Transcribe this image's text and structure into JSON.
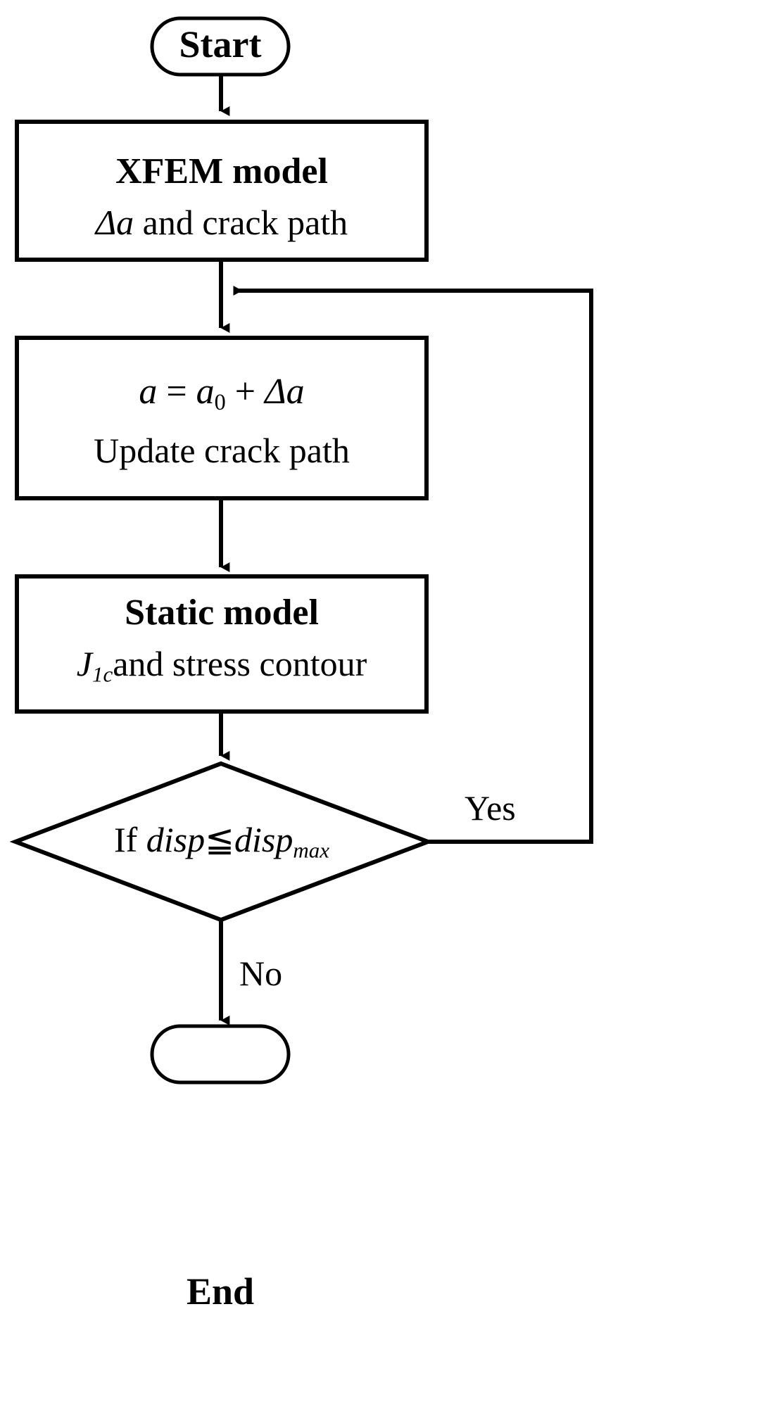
{
  "diagram": {
    "type": "flowchart",
    "title": "XFEM crack growth simulation flowchart",
    "orientation": "top-to-bottom",
    "stroke_color": "#000000",
    "fill_color": "#ffffff",
    "nodes": [
      {
        "id": "start",
        "shape": "terminator",
        "label": "Start",
        "style": "bold"
      },
      {
        "id": "xfem-model",
        "shape": "process",
        "line1": "XFEM model",
        "line2_prefix": "Δa",
        "line2_suffix": " and crack path"
      },
      {
        "id": "crack-update",
        "shape": "process",
        "line1_lhs": "a",
        "line1_eq": " = ",
        "line1_var": "a",
        "line1_sub": "0",
        "line1_plus": " + ",
        "line1_delta": "Δa",
        "line2": "Update crack path"
      },
      {
        "id": "static-model",
        "shape": "process",
        "line1": "Static model",
        "line2_var": "J",
        "line2_sub": "1c",
        "line2_suffix": "and stress contour"
      },
      {
        "id": "decision",
        "shape": "diamond",
        "prefix": "If ",
        "var1": "disp",
        "operator": "≦",
        "var2": "disp",
        "var2_sub": "max"
      },
      {
        "id": "end",
        "shape": "terminator",
        "label": "End",
        "style": "bold"
      }
    ],
    "edges": [
      {
        "id": "e-start-xfem",
        "from": "start",
        "to": "xfem-model",
        "label": ""
      },
      {
        "id": "e-xfem-update",
        "from": "xfem-model",
        "to": "crack-update",
        "label": ""
      },
      {
        "id": "e-update-static",
        "from": "crack-update",
        "to": "static-model",
        "label": ""
      },
      {
        "id": "e-static-decision",
        "from": "static-model",
        "to": "decision",
        "label": ""
      },
      {
        "id": "e-decision-yes",
        "from": "decision",
        "to": "crack-update",
        "label": "Yes"
      },
      {
        "id": "e-decision-no",
        "from": "decision",
        "to": "end",
        "label": "No"
      }
    ],
    "branch_labels": {
      "yes": "Yes",
      "no": "No"
    }
  }
}
